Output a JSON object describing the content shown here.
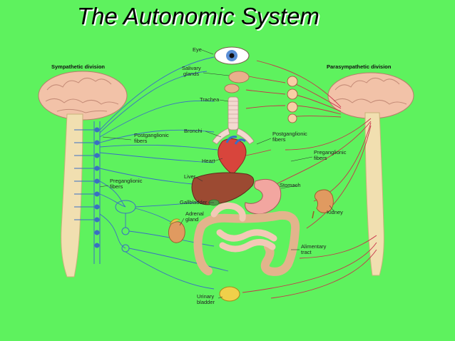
{
  "title": "The Autonomic System",
  "headers": {
    "sympathetic": "Sympathetic division",
    "parasympathetic": "Parasympathetic division"
  },
  "labels": {
    "eye": "Eye",
    "salivary_1": "Salivary",
    "salivary_2": "glands",
    "trachea": "Trachea",
    "bronchi": "Bronchi",
    "postgang_left_1": "Postganglionic",
    "postgang_left_2": "fibers",
    "postgang_right_1": "Postganglionic",
    "postgang_right_2": "fibers",
    "preganglionic_right_1": "Preganglionic",
    "preganglionic_right_2": "fibers",
    "heart": "Heart",
    "liver": "Liver",
    "preganglionic_left_1": "Preganglionic",
    "preganglionic_left_2": "fibers",
    "stomach": "Stomach",
    "gallbladder": "Gallbladder",
    "kidney": "Kidney",
    "adrenal_1": "Adrenal",
    "adrenal_2": "gland",
    "alimentary_1": "Alimentary",
    "alimentary_2": "tract",
    "urinary_1": "Urinary",
    "urinary_2": "bladder"
  },
  "colors": {
    "background": "#5ef25e",
    "sympathetic_nerve": "#3a6fc4",
    "parasympathetic_nerve": "#c8324a",
    "brain": "#f2c2a8",
    "spinal_cord": "#f1dfb0"
  }
}
